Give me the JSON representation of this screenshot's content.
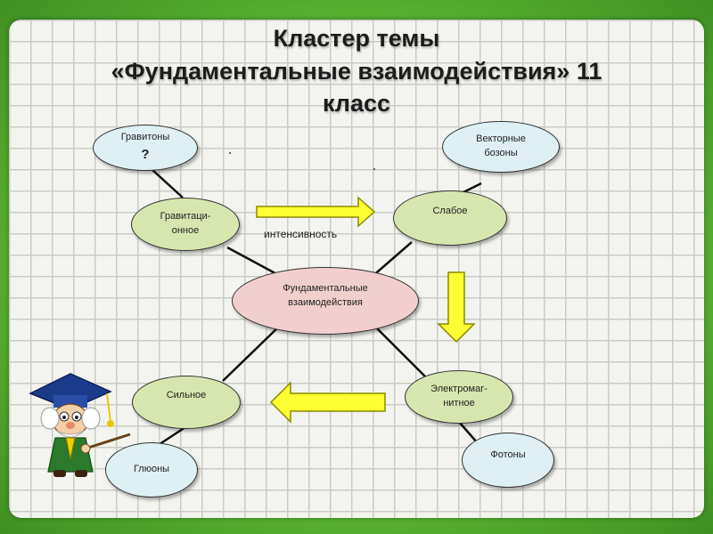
{
  "title": {
    "line1": "Кластер темы",
    "line2": "«Фундаментальные взаимодействия» 11",
    "line3": "класс"
  },
  "nodes": {
    "center": "Фундаментальные взаимодействия",
    "gravitons": "Гравитоны",
    "gravitons_mark": "?",
    "vector_bosons": "Векторные бозоны",
    "gravitational_l1": "Гравитаци-",
    "gravitational_l2": "онное",
    "weak": "Слабое",
    "strong": "Сильное",
    "electromagnetic_l1": "Электромаг-",
    "electromagnetic_l2": "нитное",
    "gluons": "Глюоны",
    "photons": "Фотоны"
  },
  "intensity_label": "интенсивность",
  "colors": {
    "arrow_fill": "#ffff33",
    "arrow_stroke": "#9a9a00",
    "blue_node": "#dff0f5",
    "green_node": "#d7e6ae",
    "pink_node": "#f2cfcf"
  }
}
